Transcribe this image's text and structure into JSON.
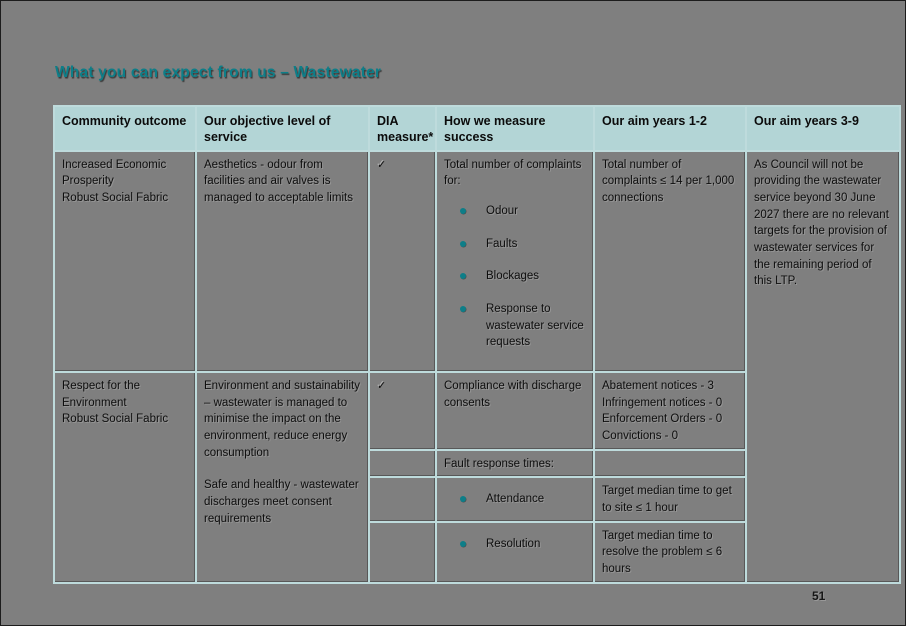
{
  "page": {
    "title": "What you can expect from us – Wastewater",
    "page_number": "51"
  },
  "colors": {
    "page_bg": "#7f7f7f",
    "header_bg": "#b3d5d6",
    "border": "#bedbdc",
    "title": "#0d7e88",
    "bullet": "#0d7e88",
    "text": "#0e0e0e"
  },
  "icons": {
    "checkmark": "✓"
  },
  "table": {
    "headers": [
      "Community outcome",
      "Our objective level of service",
      "DIA measure*",
      "How we measure success",
      "Our aim years 1-2",
      "Our aim years 3-9"
    ],
    "row1": {
      "community_outcome": [
        "Increased Economic Prosperity",
        "Robust Social Fabric"
      ],
      "objective": "Aesthetics - odour from facilities and air valves is managed to acceptable limits",
      "dia": "✓",
      "measure_intro": "Total number of complaints for:",
      "measure_bullets": [
        "Odour",
        "Faults",
        "Blockages",
        "Response to wastewater service requests"
      ],
      "aim_1_2": "Total number of complaints ≤ 14 per 1,000 connections",
      "aim_3_9": "As Council will not be providing the wastewater service beyond 30 June 2027 there are no relevant targets for the provision of wastewater services for the remaining period of this LTP."
    },
    "row2": {
      "community_outcome": [
        "Respect for the Environment",
        "Robust Social Fabric"
      ],
      "objective_p1": "Environment and sustainability – wastewater is managed to minimise the impact on the environment, reduce energy consumption",
      "objective_p2": "Safe and healthy - wastewater discharges meet consent requirements",
      "sub_rows": [
        {
          "dia": "✓",
          "measure": "Compliance with discharge consents",
          "aim_lines": [
            "Abatement notices - 3",
            "Infringement notices - 0",
            "Enforcement Orders - 0",
            "Convictions - 0"
          ]
        },
        {
          "dia": "",
          "measure": "Fault response times:",
          "aim": ""
        },
        {
          "dia": "",
          "measure_bullet": "Attendance",
          "aim": "Target median time to get to site ≤ 1 hour"
        },
        {
          "dia": "",
          "measure_bullet": "Resolution",
          "aim": "Target median time to resolve the problem ≤ 6 hours"
        }
      ]
    }
  }
}
